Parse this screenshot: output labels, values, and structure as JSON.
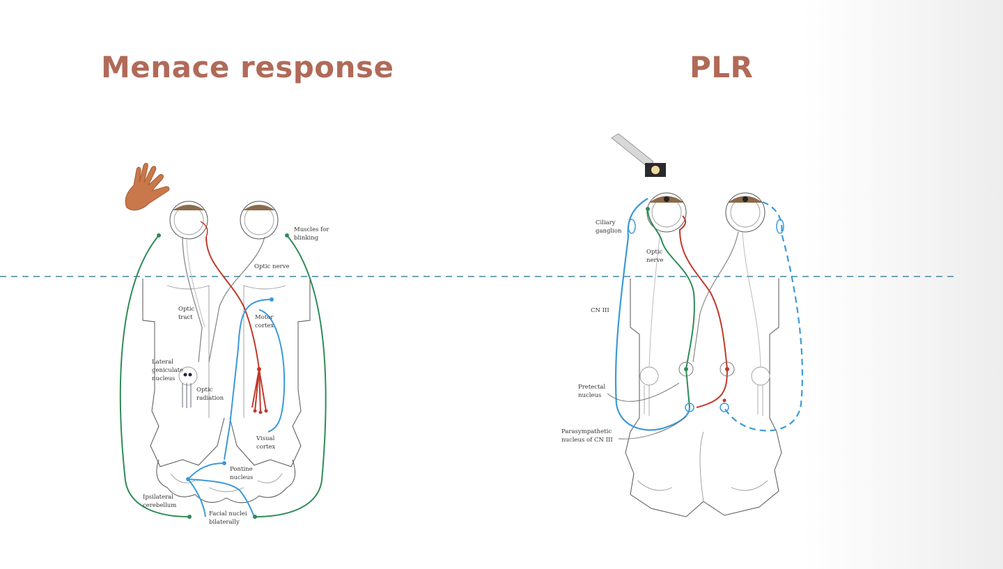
{
  "slide": {
    "title_left": "Menace response",
    "title_right": "PLR"
  },
  "colors": {
    "title": "#b06a58",
    "red_path": "#c0392b",
    "green_path": "#2e8b57",
    "blue_path": "#3a9ad9",
    "divider": "#6fa3b5"
  },
  "menace": {
    "labels": {
      "muscles_line1": "Muscles for",
      "muscles_line2": "blinking",
      "optic_nerve": "Optic nerve",
      "optic_tract_line1": "Optic",
      "optic_tract_line2": "tract",
      "motor_cortex_line1": "Motor",
      "motor_cortex_line2": "cortex",
      "lgn_line1": "Lateral",
      "lgn_line2": "geniculate",
      "lgn_line3": "nucleus",
      "optic_radiation_line1": "Optic",
      "optic_radiation_line2": "radiation",
      "visual_cortex_line1": "Visual",
      "visual_cortex_line2": "cortex",
      "pontine_line1": "Pontine",
      "pontine_line2": "nucleus",
      "cerebellum_line1": "Ipsilateral",
      "cerebellum_line2": "cerebellum",
      "facial_line1": "Facial nuclei",
      "facial_line2": "bilaterally"
    },
    "icons": [
      "hand-icon",
      "eye-icon"
    ]
  },
  "plr": {
    "labels": {
      "ciliary_line1": "Ciliary",
      "ciliary_line2": "ganglion",
      "optic_nerve_line1": "Optic",
      "optic_nerve_line2": "nerve",
      "cn3": "CN III",
      "pretectal_line1": "Pretectal",
      "pretectal_line2": "nucleus",
      "parasym_line1": "Parasympathetic",
      "parasym_line2": "nucleus of CN III"
    },
    "icons": [
      "penlight-icon",
      "eye-icon"
    ]
  }
}
